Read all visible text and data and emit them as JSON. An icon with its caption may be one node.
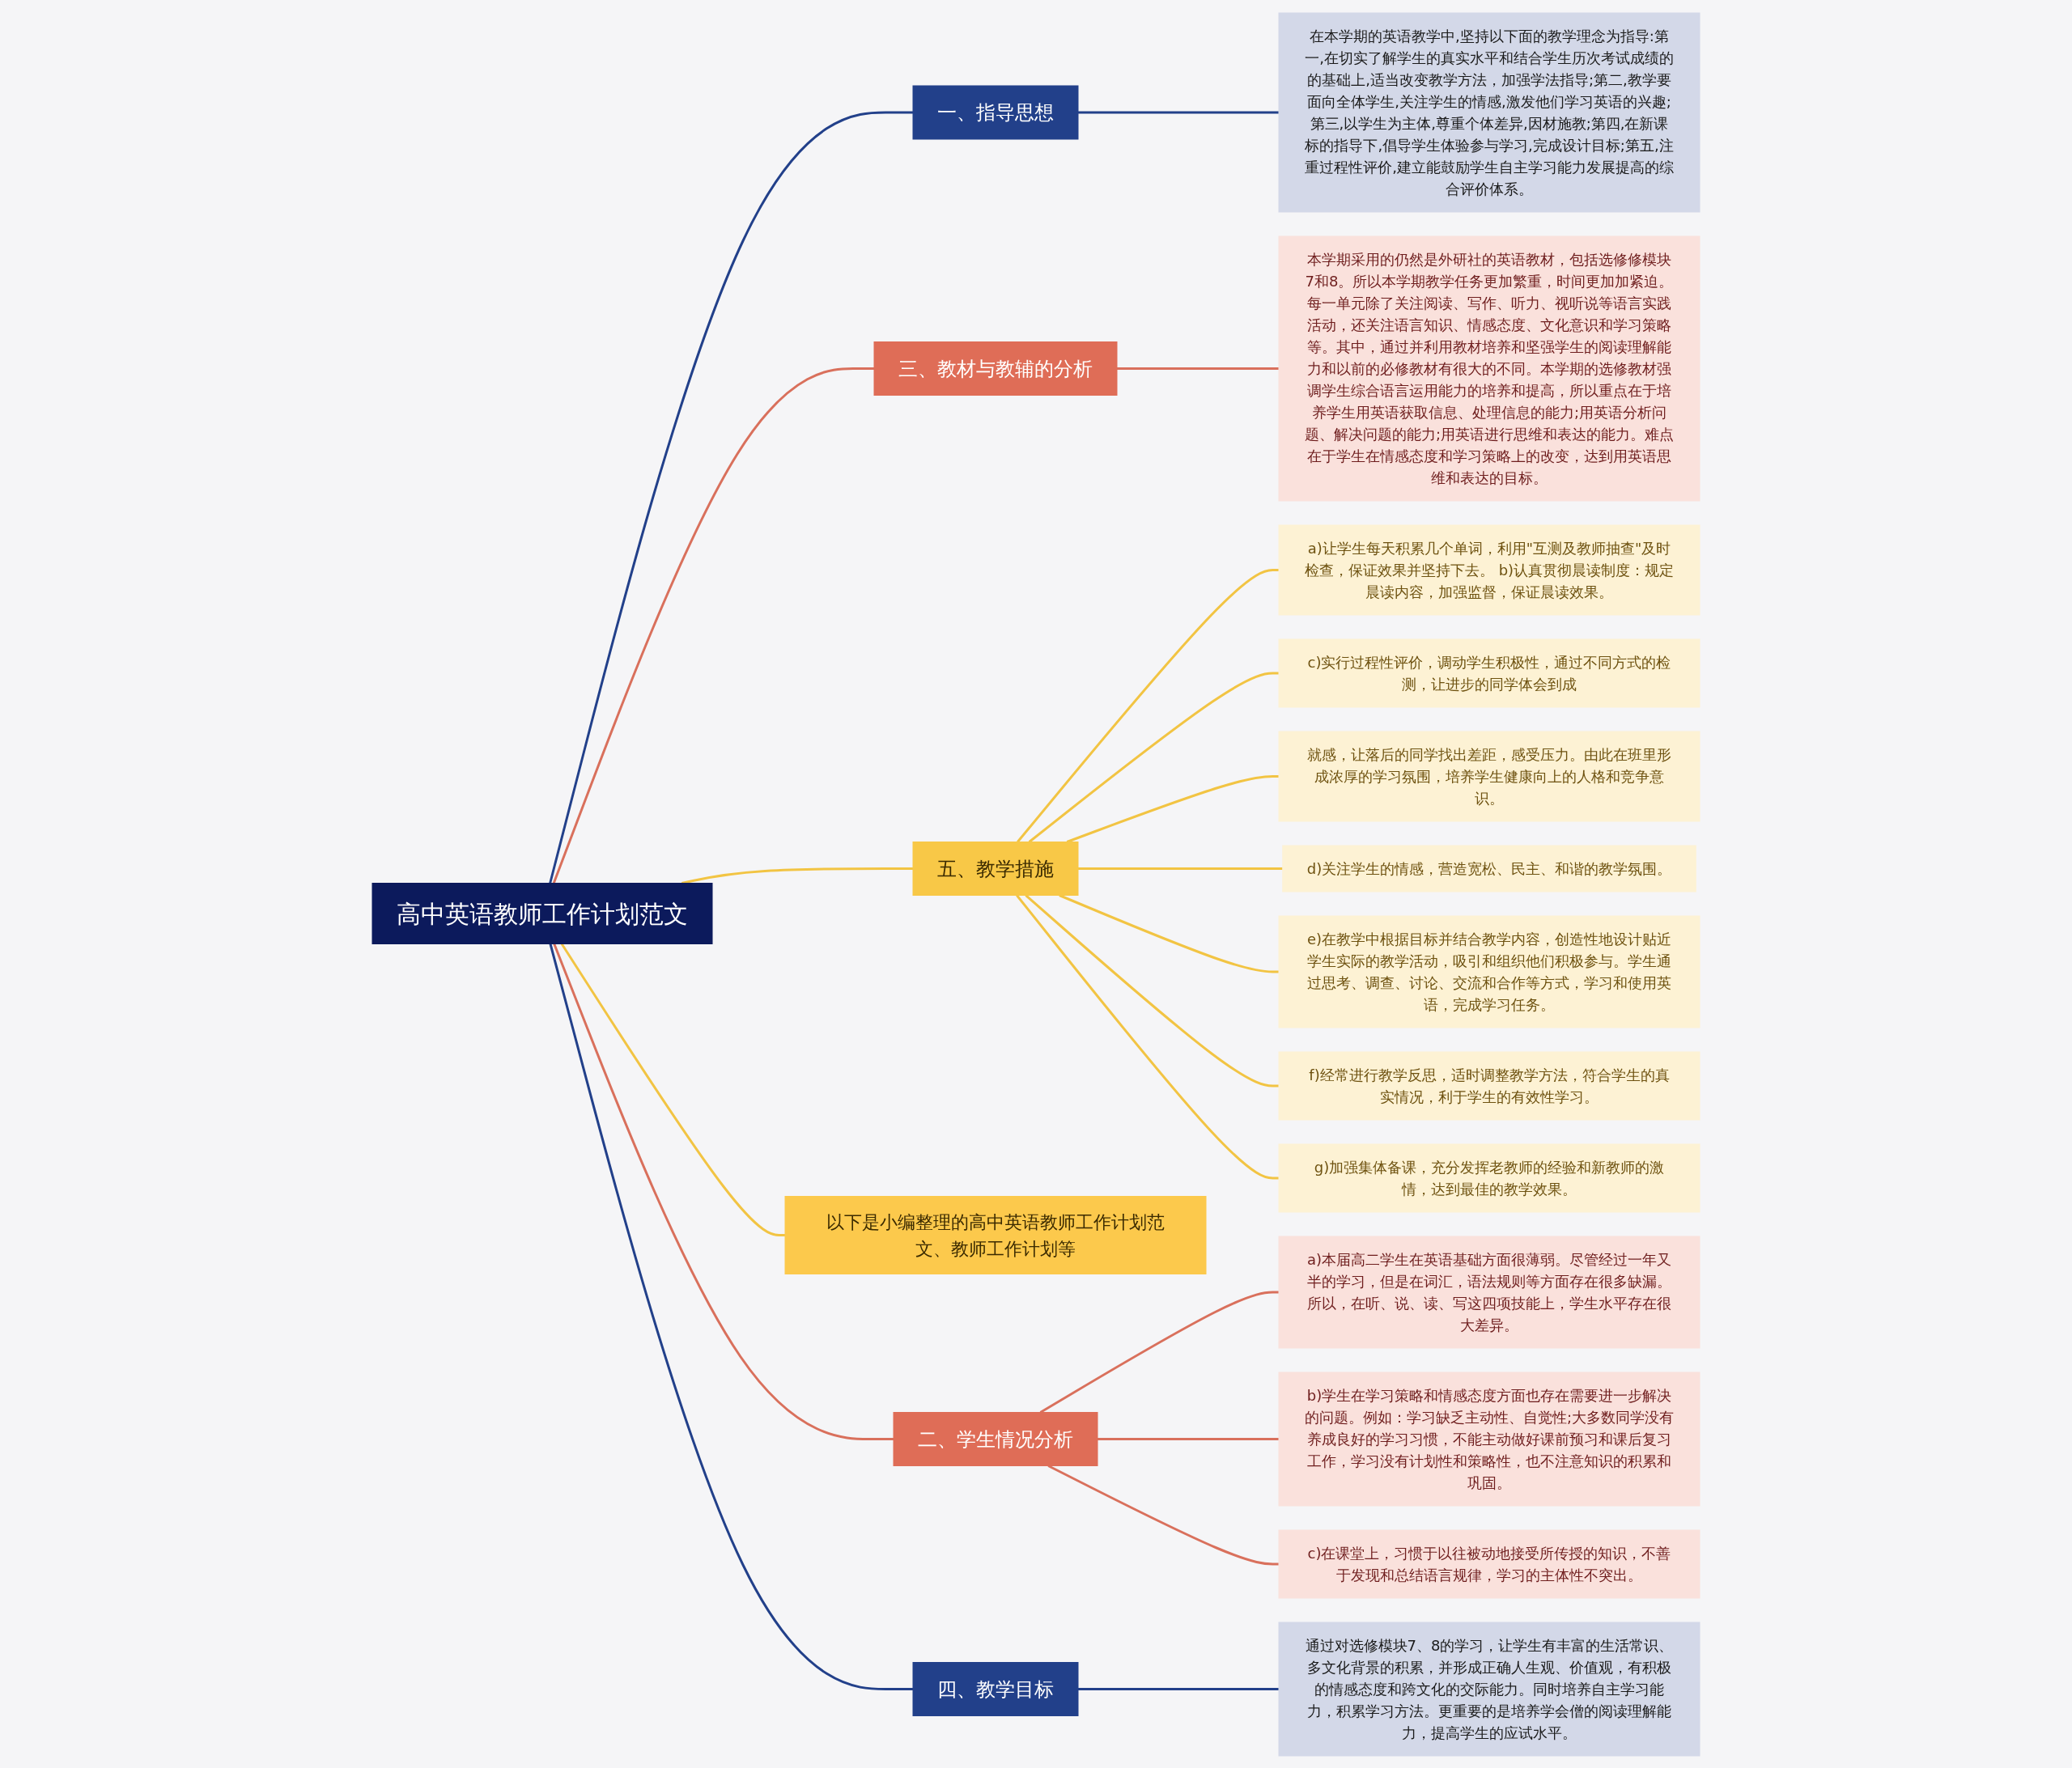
{
  "diagram": {
    "nodes": [
      {
        "text": [
          "高中英语教师工作计划范文"
        ]
      },
      {
        "text": [
          "一、指导思想"
        ]
      },
      {
        "text": [
          "在本学期的英语教学中,坚持以下面的教学理念为指导:第一,在切实了解学生的真实水平和结合学生历次考试成绩的的基础上,适当改变教学方法，加强学法指导;第二,教学要面向全体学生,关注学生的情感,激发他们学习英语的兴趣;第三,以学生为主体,尊重个体差异,因材施教;第四,在新课标的指导下,倡导学生体验参与学习,完成设计目标;第五,注重过程性评价,建立能鼓励学生自主学习能力发展提高的综合评价体系。"
        ]
      },
      {
        "text": [
          "三、教材与教辅的分析"
        ]
      },
      {
        "text": [
          "本学期采用的仍然是外研社的英语教材，包括选修修模块7和8。所以本学期教学任务更加繁重，时间更加加紧迫。每一单元除了关注阅读、写作、听力、视听说等语言实践活动，还关注语言知识、情感态度、文化意识和学习策略等。其中，通过并利用教材培养和坚强学生的阅读理解能力和以前的必修教材有很大的不同。本学期的选修教材强调学生综合语言运用能力的培养和提高，所以重点在于培养学生用英语获取信息、处理信息的能力;用英语分析问题、解决问题的能力;用英语进行思维和表达的能力。难点在于学生在情感态度和学习策略上的改变，达到用英语思维和表达的目标。"
        ]
      },
      {
        "text": [
          "五、教学措施"
        ]
      },
      {
        "text": [
          "a)让学生每天积累几个单词，利用\"互测及教师抽查\"及时检查，保证效果并坚持下去。 b)认真贯彻晨读制度：规定晨读内容，加强监督，保证晨读效果。"
        ]
      },
      {
        "text": [
          "c)实行过程性评价，调动学生积极性，通过不同方式的检测，让进步的同学体会到成"
        ]
      },
      {
        "text": [
          "就感，让落后的同学找出差距，感受压力。由此在班里形成浓厚的学习氛围，培养学生健康向上的人格和竞争意识。"
        ]
      },
      {
        "text": [
          "d)关注学生的情感，营造宽松、民主、和谐的教学氛围。"
        ]
      },
      {
        "text": [
          "e)在教学中根据目标并结合教学内容，创造性地设计贴近学生实际的教学活动，吸引和组织他们积极参与。学生通过思考、调查、讨论、交流和合作等方式，学习和使用英语，完成学习任务。"
        ]
      },
      {
        "text": [
          "f)经常进行教学反思，适时调整教学方法，符合学生的真实情况，利于学生的有效性学习。"
        ]
      },
      {
        "text": [
          "g)加强集体备课，充分发挥老教师的经验和新教师的激情，达到最佳的教学效果。"
        ]
      },
      {
        "text": [
          "以下是小编整理的高中英语教师工作计划范文、教师工作计划等"
        ]
      },
      {
        "text": [
          "二、学生情况分析"
        ]
      },
      {
        "text": [
          "a)本届高二学生在英语基础方面很薄弱。尽管经过一年又半的学习，但是在词汇，语法规则等方面存在很多缺漏。所以，在听、说、读、写这四项技能上，学生水平存在很大差异。"
        ]
      },
      {
        "text": [
          "b)学生在学习策略和情感态度方面也存在需要进一步解决的问题。例如：学习缺乏主动性、自觉性;大多数同学没有养成良好的学习习惯，不能主动做好课前预习和课后复习工作，学习没有计划性和策略性，也不注意知识的积累和巩固。"
        ]
      },
      {
        "text": [
          "c)在课堂上，习惯于以往被动地接受所传授的知识，不善于发现和总结语言规律，学习的主体性不突出。"
        ]
      },
      {
        "text": [
          "四、教学目标"
        ]
      },
      {
        "text": [
          "通过对选修模块7、8的学习，让学生有丰富的生活常识、多文化背景的积累，并形成正确人生观、价值观，有积极的情感态度和跨文化的交际能力。同时培养自主学习能力，积累学习方法。更重要的是培养学会僧的阅读理解能力，提高学生的应试水平。"
        ]
      }
    ],
    "edges": [
      {
        "from": 0,
        "to": 1,
        "arrow": "none",
        "color": "#22408a"
      },
      {
        "from": 1,
        "to": 2,
        "arrow": "none",
        "color": "#22408a"
      },
      {
        "from": 0,
        "to": 3,
        "arrow": "none",
        "color": "#d9705c"
      },
      {
        "from": 3,
        "to": 4,
        "arrow": "none",
        "color": "#d9705c"
      },
      {
        "from": 0,
        "to": 5,
        "arrow": "none"
      },
      {
        "from": 5,
        "to": 6,
        "arrow": "none"
      },
      {
        "from": 5,
        "to": 7,
        "arrow": "none"
      },
      {
        "from": 5,
        "to": 8,
        "arrow": "none"
      },
      {
        "from": 5,
        "to": 9,
        "arrow": "none"
      },
      {
        "from": 5,
        "to": 10,
        "arrow": "none"
      },
      {
        "from": 5,
        "to": 11,
        "arrow": "none"
      },
      {
        "from": 5,
        "to": 12,
        "arrow": "none"
      },
      {
        "from": 0,
        "to": 13,
        "arrow": "none"
      },
      {
        "from": 0,
        "to": 14,
        "arrow": "none",
        "color": "#d9705c"
      },
      {
        "from": 14,
        "to": 15,
        "arrow": "none",
        "color": "#d9705c"
      },
      {
        "from": 14,
        "to": 16,
        "arrow": "none",
        "color": "#d9705c"
      },
      {
        "from": 14,
        "to": 17,
        "arrow": "none",
        "color": "#d9705c"
      },
      {
        "from": 0,
        "to": 18,
        "arrow": "none",
        "color": "#22408a"
      },
      {
        "from": 18,
        "to": 19,
        "arrow": "none",
        "color": "#22408a"
      }
    ]
  }
}
